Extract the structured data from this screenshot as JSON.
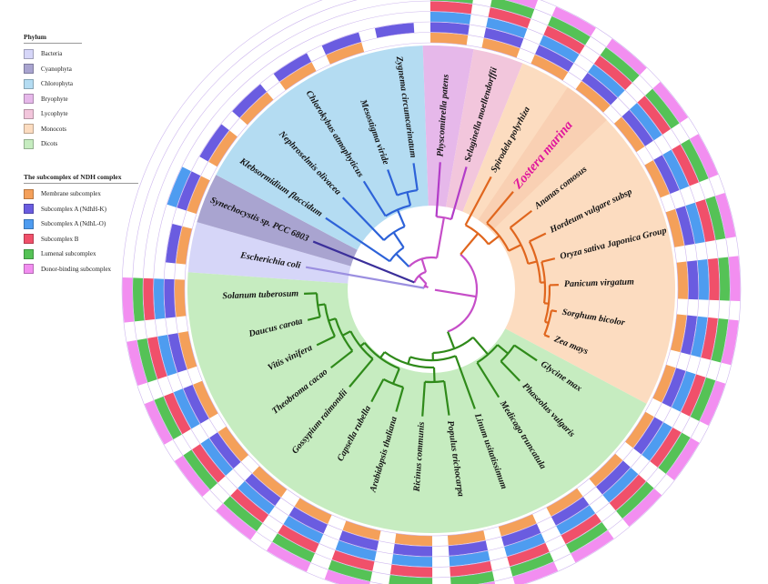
{
  "legend_phylum": {
    "title": "Phylum",
    "items": [
      {
        "label": "Bacteria",
        "color": "#d6d6f8"
      },
      {
        "label": "Cyanophyta",
        "color": "#a9a4d0"
      },
      {
        "label": "Chlorophyta",
        "color": "#b4dcf2"
      },
      {
        "label": "Bryophyte",
        "color": "#e6b8ea"
      },
      {
        "label": "Lycophyte",
        "color": "#f2c6dc"
      },
      {
        "label": "Monocots",
        "color": "#fcdcc0"
      },
      {
        "label": "Dicots",
        "color": "#c6ecc0"
      }
    ]
  },
  "legend_ndh": {
    "title": "The subcomplex of NDH complex",
    "items": [
      {
        "label": "Membrane subcomplex",
        "color": "#f4a05a"
      },
      {
        "label": "Subcomplex A (NdhH-K)",
        "color": "#6a5ce0"
      },
      {
        "label": "Subcomplex A (NdhL-O)",
        "color": "#4e9cf0"
      },
      {
        "label": "Subcomplex B",
        "color": "#f0506a"
      },
      {
        "label": "Lumenal subcomplex",
        "color": "#55c256"
      },
      {
        "label": "Donor-binding subcomplex",
        "color": "#f28ef0"
      }
    ]
  },
  "clade_colors": {
    "Bacteria": "#9b8fe0",
    "Cyanophyta": "#3b2f9a",
    "Chlorophyta": "#2d62d8",
    "Bryophyte": "#b23cc8",
    "Lycophyte": "#b23cc8",
    "Monocots": "#e0661e",
    "Dicots": "#2f8a1a"
  },
  "species": [
    {
      "name": "Escherichia coli",
      "phylum": "Bacteria",
      "present": [
        1,
        1,
        0,
        0,
        0,
        0
      ]
    },
    {
      "name": "Synechocystis sp. PCC 6803",
      "phylum": "Cyanophyta",
      "present": [
        1,
        1,
        1,
        0,
        0,
        0
      ]
    },
    {
      "name": "Klebsormidium flaccidum",
      "phylum": "Chlorophyta",
      "present": [
        1,
        1,
        0,
        0,
        0,
        0
      ]
    },
    {
      "name": "Nephroselmis olivacea",
      "phylum": "Chlorophyta",
      "present": [
        1,
        1,
        0,
        0,
        0,
        0
      ]
    },
    {
      "name": "Chlorokybus atmophyticus",
      "phylum": "Chlorophyta",
      "present": [
        1,
        1,
        0,
        0,
        0,
        0
      ]
    },
    {
      "name": "Mesostigma viride",
      "phylum": "Chlorophyta",
      "present": [
        1,
        1,
        0,
        0,
        0,
        0
      ]
    },
    {
      "name": "Zygnema circumcarinatum",
      "phylum": "Chlorophyta",
      "present": [
        0,
        1,
        0,
        0,
        0,
        0
      ]
    },
    {
      "name": "Physcomitrella patens",
      "phylum": "Bryophyte",
      "present": [
        1,
        1,
        1,
        1,
        1,
        1
      ]
    },
    {
      "name": "Selaginella moellendorffii",
      "phylum": "Lycophyte",
      "present": [
        1,
        1,
        1,
        1,
        1,
        1
      ]
    },
    {
      "name": "Spirodela polyrhiza",
      "phylum": "Monocots",
      "present": [
        1,
        1,
        1,
        1,
        1,
        1
      ]
    },
    {
      "name": "Zostera marina",
      "phylum": "Monocots",
      "present": [
        1,
        1,
        1,
        1,
        1,
        1
      ],
      "highlight": true
    },
    {
      "name": "Ananas comosus",
      "phylum": "Monocots",
      "present": [
        1,
        1,
        1,
        1,
        1,
        1
      ]
    },
    {
      "name": "Hordeum vulgare subsp",
      "phylum": "Monocots",
      "present": [
        1,
        1,
        1,
        1,
        1,
        1
      ]
    },
    {
      "name": "Oryza sativa Japonica Group",
      "phylum": "Monocots",
      "present": [
        1,
        1,
        1,
        1,
        1,
        1
      ]
    },
    {
      "name": "Panicum virgatum",
      "phylum": "Monocots",
      "present": [
        1,
        1,
        1,
        1,
        1,
        1
      ]
    },
    {
      "name": "Sorghum bicolor",
      "phylum": "Monocots",
      "present": [
        1,
        1,
        1,
        1,
        1,
        1
      ]
    },
    {
      "name": "Zea mays",
      "phylum": "Monocots",
      "present": [
        1,
        1,
        1,
        1,
        1,
        1
      ]
    },
    {
      "name": "Glycine max",
      "phylum": "Dicots",
      "present": [
        1,
        1,
        1,
        1,
        1,
        1
      ]
    },
    {
      "name": "Phaseolus vulgaris",
      "phylum": "Dicots",
      "present": [
        1,
        1,
        1,
        1,
        1,
        1
      ]
    },
    {
      "name": "Medicago truncatula",
      "phylum": "Dicots",
      "present": [
        1,
        1,
        1,
        1,
        1,
        1
      ]
    },
    {
      "name": "Linum usitatissimum",
      "phylum": "Dicots",
      "present": [
        1,
        1,
        1,
        1,
        1,
        1
      ]
    },
    {
      "name": "Populus trichocarpa",
      "phylum": "Dicots",
      "present": [
        1,
        1,
        1,
        1,
        1,
        1
      ]
    },
    {
      "name": "Ricinus communis",
      "phylum": "Dicots",
      "present": [
        1,
        1,
        1,
        1,
        1,
        1
      ]
    },
    {
      "name": "Arabidopsis thaliana",
      "phylum": "Dicots",
      "present": [
        1,
        1,
        1,
        1,
        1,
        1
      ]
    },
    {
      "name": "Capsella rubella",
      "phylum": "Dicots",
      "present": [
        1,
        1,
        1,
        1,
        1,
        1
      ]
    },
    {
      "name": "Gossypium raimondii",
      "phylum": "Dicots",
      "present": [
        1,
        1,
        1,
        1,
        1,
        1
      ]
    },
    {
      "name": "Theobroma cacao",
      "phylum": "Dicots",
      "present": [
        1,
        1,
        1,
        1,
        1,
        1
      ]
    },
    {
      "name": "Vitis vinifera",
      "phylum": "Dicots",
      "present": [
        1,
        1,
        1,
        1,
        1,
        1
      ]
    },
    {
      "name": "Daucus carota",
      "phylum": "Dicots",
      "present": [
        1,
        1,
        1,
        1,
        1,
        1
      ]
    },
    {
      "name": "Solanum tuberosum",
      "phylum": "Dicots",
      "present": [
        1,
        1,
        1,
        1,
        1,
        1
      ]
    }
  ]
}
